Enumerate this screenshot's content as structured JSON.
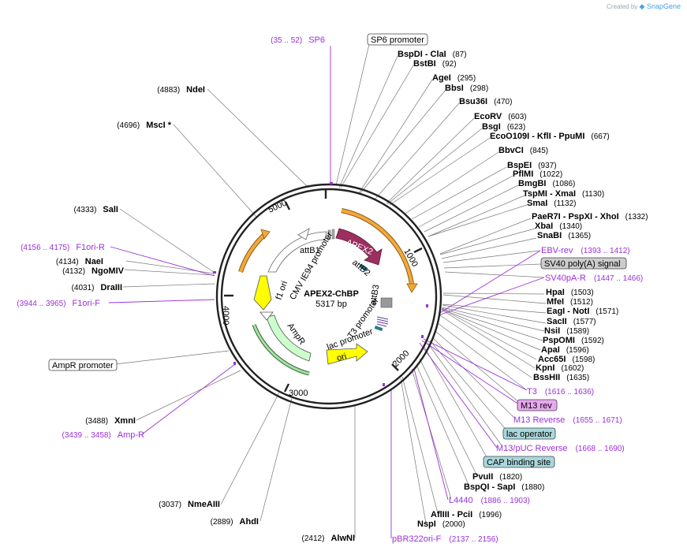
{
  "credit": {
    "prefix": "Created by",
    "brand": "SnapGene"
  },
  "plasmid": {
    "name": "APEX2-ChBP",
    "length": "5317 bp"
  },
  "ticks": [
    "1000",
    "2000",
    "3000",
    "4000",
    "5000"
  ],
  "features": {
    "apex2": "APEX2",
    "attB1": "attB1",
    "attB2": "attB2",
    "attB3": "attB3",
    "cmv_ie94": "CMV IE94 promoter",
    "f1ori": "f1 ori",
    "ampr": "AmpR",
    "t3": "T3 promoter",
    "lac": "lac promoter",
    "ori": "ori"
  },
  "labels_right": [
    {
      "enzyme": "BspDI - ClaI",
      "pos": "(87)"
    },
    {
      "enzyme": "BstBI",
      "pos": "(92)"
    },
    {
      "enzyme": "AgeI",
      "pos": "(295)"
    },
    {
      "enzyme": "BbsI",
      "pos": "(298)"
    },
    {
      "enzyme": "Bsu36I",
      "pos": "(470)"
    },
    {
      "enzyme": "EcoRV",
      "pos": "(603)"
    },
    {
      "enzyme": "BsgI",
      "pos": "(623)"
    },
    {
      "enzyme": "EcoO109I - KflI - PpuMI",
      "pos": "(667)"
    },
    {
      "enzyme": "BbvCI",
      "pos": "(845)"
    },
    {
      "enzyme": "BspEI",
      "pos": "(937)"
    },
    {
      "enzyme": "PflMI",
      "pos": "(1022)"
    },
    {
      "enzyme": "BmgBI",
      "pos": "(1086)"
    },
    {
      "enzyme": "TspMI - XmaI",
      "pos": "(1130)"
    },
    {
      "enzyme": "SmaI",
      "pos": "(1132)"
    },
    {
      "enzyme": "PaeR7I - PspXI - XhoI",
      "pos": "(1332)"
    },
    {
      "enzyme": "XbaI",
      "pos": "(1340)"
    },
    {
      "enzyme": "SnaBI",
      "pos": "(1365)"
    },
    {
      "enzyme": "HpaI",
      "pos": "(1503)"
    },
    {
      "enzyme": "MfeI",
      "pos": "(1512)"
    },
    {
      "enzyme": "EagI - NotI",
      "pos": "(1571)"
    },
    {
      "enzyme": "SacII",
      "pos": "(1577)"
    },
    {
      "enzyme": "NsiI",
      "pos": "(1589)"
    },
    {
      "enzyme": "PspOMI",
      "pos": "(1592)"
    },
    {
      "enzyme": "ApaI",
      "pos": "(1596)"
    },
    {
      "enzyme": "Acc65I",
      "pos": "(1598)"
    },
    {
      "enzyme": "KpnI",
      "pos": "(1602)"
    },
    {
      "enzyme": "BssHII",
      "pos": "(1635)"
    },
    {
      "enzyme": "PvuII",
      "pos": "(1820)"
    },
    {
      "enzyme": "BspQI - SapI",
      "pos": "(1880)"
    },
    {
      "enzyme": "AflIII - PciI",
      "pos": "(1996)"
    },
    {
      "enzyme": "NspI",
      "pos": "(2000)"
    }
  ],
  "labels_left": [
    {
      "enzyme": "NdeI",
      "pos": "(4883)"
    },
    {
      "enzyme": "MscI *",
      "pos": "(4696)"
    },
    {
      "enzyme": "SalI",
      "pos": "(4333)"
    },
    {
      "enzyme": "NaeI",
      "pos": "(4134)"
    },
    {
      "enzyme": "NgoMIV",
      "pos": "(4132)"
    },
    {
      "enzyme": "DraIII",
      "pos": "(4031)"
    },
    {
      "enzyme": "XmnI",
      "pos": "(3488)"
    },
    {
      "enzyme": "NmeAIII",
      "pos": "(3037)"
    },
    {
      "enzyme": "AhdI",
      "pos": "(2889)"
    },
    {
      "enzyme": "AlwNI",
      "pos": "(2412)"
    }
  ],
  "primers": [
    {
      "name": "SP6",
      "range": "(35 .. 52)"
    },
    {
      "name": "EBV-rev",
      "range": "(1393 .. 1412)"
    },
    {
      "name": "SV40pA-R",
      "range": "(1447 .. 1466)"
    },
    {
      "name": "T3",
      "range": "(1616 .. 1636)"
    },
    {
      "name": "M13 Reverse",
      "range": "(1655 .. 1671)"
    },
    {
      "name": "M13/pUC Reverse",
      "range": "(1668 .. 1690)"
    },
    {
      "name": "L4440",
      "range": "(1886 .. 1903)"
    },
    {
      "name": "pBR322ori-F",
      "range": "(2137 .. 2156)"
    },
    {
      "name": "F1ori-R",
      "range": "(4156 .. 4175)"
    },
    {
      "name": "F1ori-F",
      "range": "(3944 .. 3965)"
    },
    {
      "name": "Amp-R",
      "range": "(3439 .. 3458)"
    }
  ],
  "boxes": {
    "sp6_promoter": "SP6 promoter",
    "sv40_polya": "SV40 poly(A) signal",
    "m13_rev": "M13 rev",
    "lac_operator": "lac operator",
    "cap_site": "CAP binding site",
    "ampr_promoter": "AmpR promoter"
  },
  "colors": {
    "ring": "#222222",
    "primer": "#9b30d9",
    "apex2": "#9b2f5f",
    "promoter": "#ffffff",
    "f1ori": "#ffff00",
    "ori": "#ffff00",
    "ampr": "#ccffcc",
    "orange": "#f2a93b"
  }
}
